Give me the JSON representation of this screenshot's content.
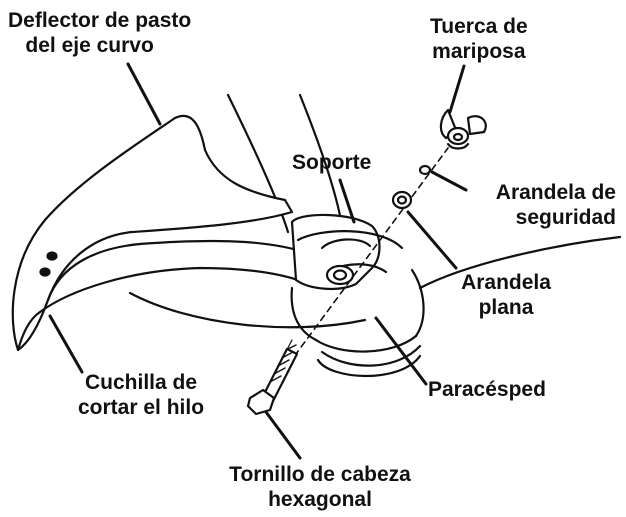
{
  "labels": {
    "deflector": [
      "Deflector de pasto",
      "del eje curvo"
    ],
    "wing_nut": [
      "Tuerca de",
      "mariposa"
    ],
    "bracket": "Soporte",
    "lock_washer": [
      "Arandela de",
      "seguridad"
    ],
    "flat_washer": [
      "Arandela",
      "plana"
    ],
    "line_cutter": [
      "Cuchilla de",
      "cortar el hilo"
    ],
    "grass_guard": "Paracésped",
    "hex_bolt": [
      "Tornillo de cabeza",
      "hexagonal"
    ]
  },
  "colors": {
    "ink": "#111111",
    "paper": "#ffffff"
  }
}
